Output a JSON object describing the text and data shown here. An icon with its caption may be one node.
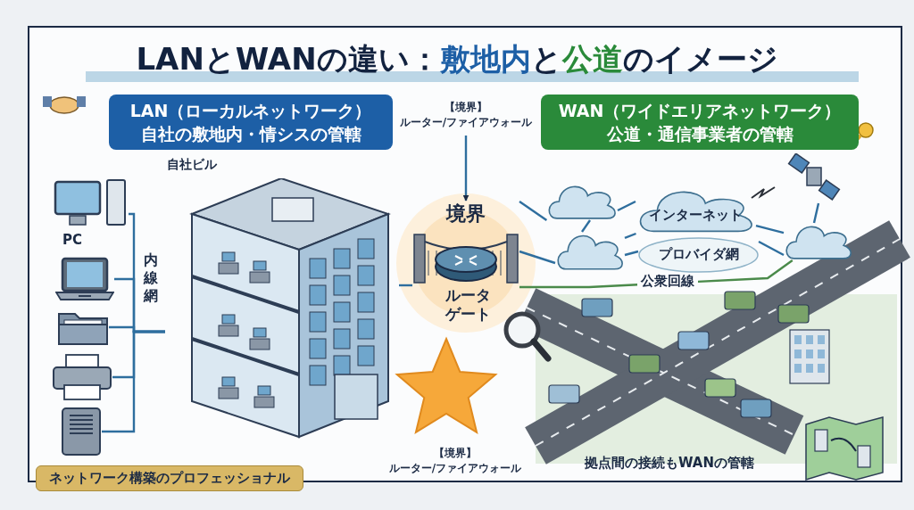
{
  "diagram": {
    "title": "LANとWANの違い：**敷地内**と**公道**のイメージ",
    "nodes": [
      {
        "text": [
          "LAN（ローカルネットワーク）",
          "自社の敷地内・情シスの管轄"
        ]
      },
      {
        "text": [
          "WAN（ワイドエリアネットワーク）",
          "公道・通信事業者の管轄"
        ]
      },
      {
        "text": [
          "【境界】",
          "ルーター/ファイアウォール"
        ]
      },
      {
        "text": [],
        "shape": "picture",
        "beside": [
          "自社ビル"
        ]
      },
      {
        "text": [],
        "shape": "picture",
        "beside": [
          "PC"
        ]
      },
      {
        "text": [],
        "shape": "picture"
      },
      {
        "text": [],
        "shape": "picture"
      },
      {
        "text": [],
        "shape": "picture"
      },
      {
        "text": [],
        "shape": "picture"
      },
      {
        "text": [
          "境界",
          "ルータゲート"
        ]
      },
      {
        "text": [],
        "shape": "cloud"
      },
      {
        "text": [],
        "shape": "cloud"
      },
      {
        "text": [
          "インターネット"
        ]
      },
      {
        "text": [
          "プロバイダ網"
        ]
      },
      {
        "text": [],
        "shape": "cloud"
      },
      {
        "text": [],
        "shape": "picture"
      },
      {
        "text": [],
        "shape": "picture",
        "beside": [
          "拠点間の接続もWANの管轄"
        ]
      }
    ],
    "edges": [
      {
        "from": 4,
        "to": 3,
        "arrow": "none"
      },
      {
        "from": 5,
        "to": 3,
        "arrow": "none"
      },
      {
        "from": 6,
        "to": 3,
        "arrow": "none"
      },
      {
        "from": 7,
        "to": 3,
        "arrow": "none"
      },
      {
        "from": 8,
        "to": 3,
        "arrow": "none"
      },
      {
        "from": 3,
        "to": 9,
        "arrow": "none"
      },
      {
        "from": 2,
        "to": 9,
        "arrow": "to"
      },
      {
        "from": 9,
        "to": 10,
        "arrow": "none"
      },
      {
        "from": 9,
        "to": 11,
        "arrow": "none"
      },
      {
        "from": 9,
        "to": 14,
        "arrow": "none",
        "label": "公衆回線",
        "color": "#4a8a4a"
      },
      {
        "from": 10,
        "to": 12,
        "arrow": "none"
      },
      {
        "from": 10,
        "to": 11,
        "arrow": "none"
      },
      {
        "from": 11,
        "to": 12,
        "arrow": "none"
      },
      {
        "from": 11,
        "to": 13,
        "arrow": "none"
      },
      {
        "from": 12,
        "to": 14,
        "arrow": "none"
      },
      {
        "from": 13,
        "to": 14,
        "arrow": "none"
      },
      {
        "from": 15,
        "to": 14,
        "arrow": "none"
      }
    ],
    "labels": [
      "内線網",
      "【境界】",
      "ルーター/ファイアウォール",
      "ネットワーク構築のプロフェッショナル"
    ]
  }
}
